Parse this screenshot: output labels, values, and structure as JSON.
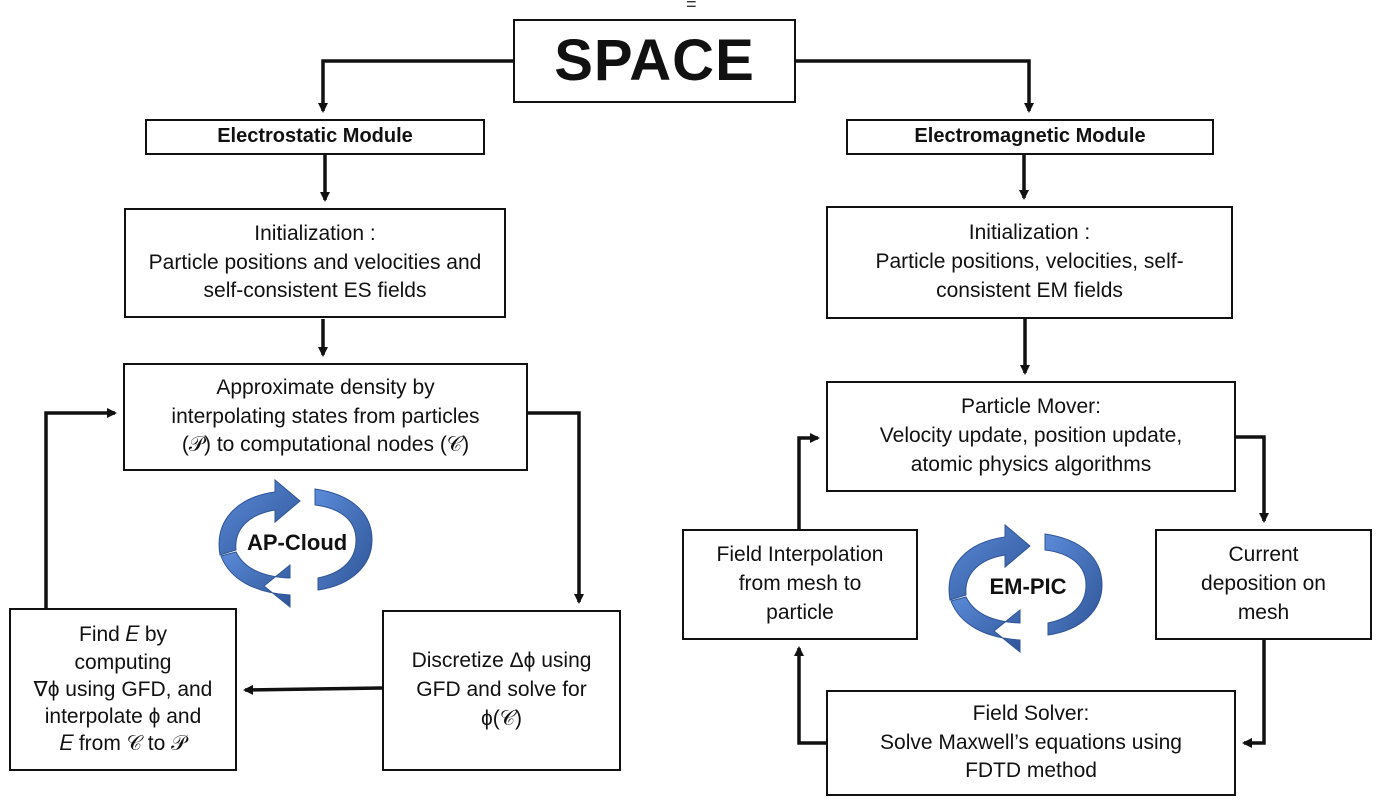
{
  "top_mark": "=",
  "title": "SPACE",
  "left": {
    "module": "Electrostatic Module",
    "init": [
      "Initialization :",
      "Particle positions and velocities and",
      "self-consistent ES fields"
    ],
    "density": [
      "Approximate density by",
      "interpolating states from particles",
      "(𝒫) to computational nodes (𝒞)"
    ],
    "cycle_label": "AP-Cloud",
    "discretize": [
      "Discretize Δϕ using",
      "GFD and solve for",
      "ϕ(𝒞)"
    ],
    "find_e": [
      "Find 𝐸 by",
      "computing",
      "∇ϕ using GFD, and",
      "interpolate ϕ and",
      "𝐸 from 𝒞 to 𝒫"
    ]
  },
  "right": {
    "module": "Electromagnetic Module",
    "init": [
      "Initialization :",
      "Particle positions, velocities, self-",
      "consistent EM fields"
    ],
    "mover": [
      "Particle Mover:",
      "Velocity update, position update,",
      "atomic physics algorithms"
    ],
    "cycle_label": "EM-PIC",
    "interp": [
      "Field Interpolation",
      "from mesh to",
      "particle"
    ],
    "current": [
      "Current",
      "deposition on",
      "mesh"
    ],
    "solver": [
      "Field Solver:",
      "Solve Maxwell’s equations using",
      "FDTD method"
    ]
  },
  "colors": {
    "cycle_arrow": "#4472C4",
    "cycle_arrow_dark": "#2F5597",
    "line": "#111111"
  }
}
